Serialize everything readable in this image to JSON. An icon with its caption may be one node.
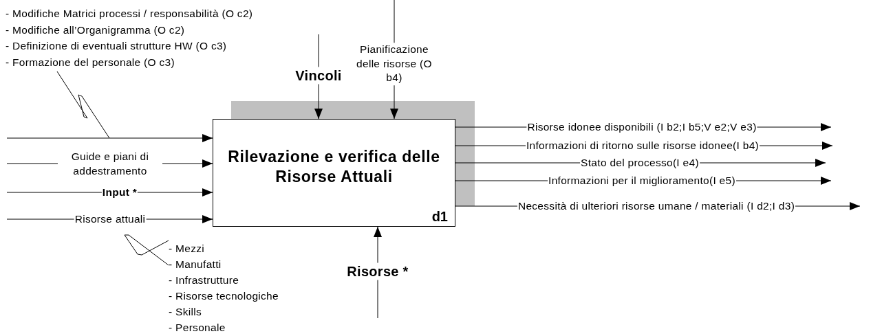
{
  "diagram": {
    "nodes": [
      {
        "text": [
          "Rilevazione e verifica delle Risorse Attuali",
          "d1"
        ]
      },
      {
        "text": [
          "- Modifiche Matrici processi / responsabilità (O c2)",
          "- Modifiche all’Organigramma (O c2)",
          "- Definizione di eventuali strutture HW (O c3)",
          "- Formazione del personale (O c3)"
        ]
      },
      {
        "text": [
          "- Mezzi",
          "- Manufatti",
          "- Infrastrutture",
          "- Risorse tecnologiche",
          "- Skills",
          "- Personale"
        ]
      }
    ],
    "edges": [
      {
        "from": null,
        "to": 0,
        "arrow": "to"
      },
      {
        "from": null,
        "to": 0,
        "arrow": "to",
        "label": "Guide e piani di addestramento"
      },
      {
        "from": null,
        "to": 0,
        "arrow": "to",
        "label": "Input *"
      },
      {
        "from": null,
        "to": 0,
        "arrow": "to",
        "label": "Risorse attuali"
      },
      {
        "from": null,
        "to": 0,
        "arrow": "to",
        "label": "Vincoli"
      },
      {
        "from": null,
        "to": 0,
        "arrow": "to",
        "label": "Pianificazione delle risorse (O b4)"
      },
      {
        "from": null,
        "to": 0,
        "arrow": "to",
        "label": "Risorse *"
      },
      {
        "from": 0,
        "to": null,
        "arrow": "to",
        "label": "Risorse idonee disponibili (I b2;I b5;V e2;V e3)"
      },
      {
        "from": 0,
        "to": null,
        "arrow": "to",
        "label": "Informazioni di ritorno sulle risorse idonee(I b4)"
      },
      {
        "from": 0,
        "to": null,
        "arrow": "to",
        "label": "Stato del processo(I e4)"
      },
      {
        "from": 0,
        "to": null,
        "arrow": "to",
        "label": "Informazioni per il miglioramento(I e5)"
      },
      {
        "from": 0,
        "to": null,
        "arrow": "to",
        "label": "Necessità di ulteriori risorse umane / materiali (I d2;I d3)"
      },
      {
        "from": 1,
        "to": null,
        "arrow": "none"
      },
      {
        "from": 2,
        "to": null,
        "arrow": "none"
      }
    ]
  }
}
